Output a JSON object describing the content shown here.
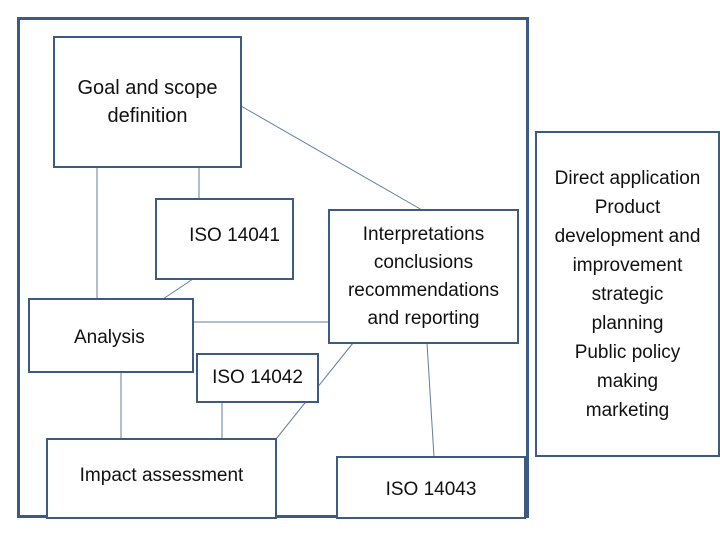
{
  "diagram": {
    "goal_scope": "Goal and scope\ndefinition",
    "iso_14041": "ISO 14041",
    "analysis": "Analysis",
    "iso_14042": "ISO 14042",
    "impact_assessment": "Impact assessment",
    "interpretations": "Interpretations\nconclusions\nrecommendations\nand reporting",
    "iso_14043": "ISO 14043",
    "applications": "Direct application\nProduct\ndevelopment and\nimprovement\nstrategic\nplanning\nPublic policy\nmaking\nmarketing"
  },
  "colors": {
    "border": "#3c5a82",
    "connector": "#5f7fa3"
  }
}
